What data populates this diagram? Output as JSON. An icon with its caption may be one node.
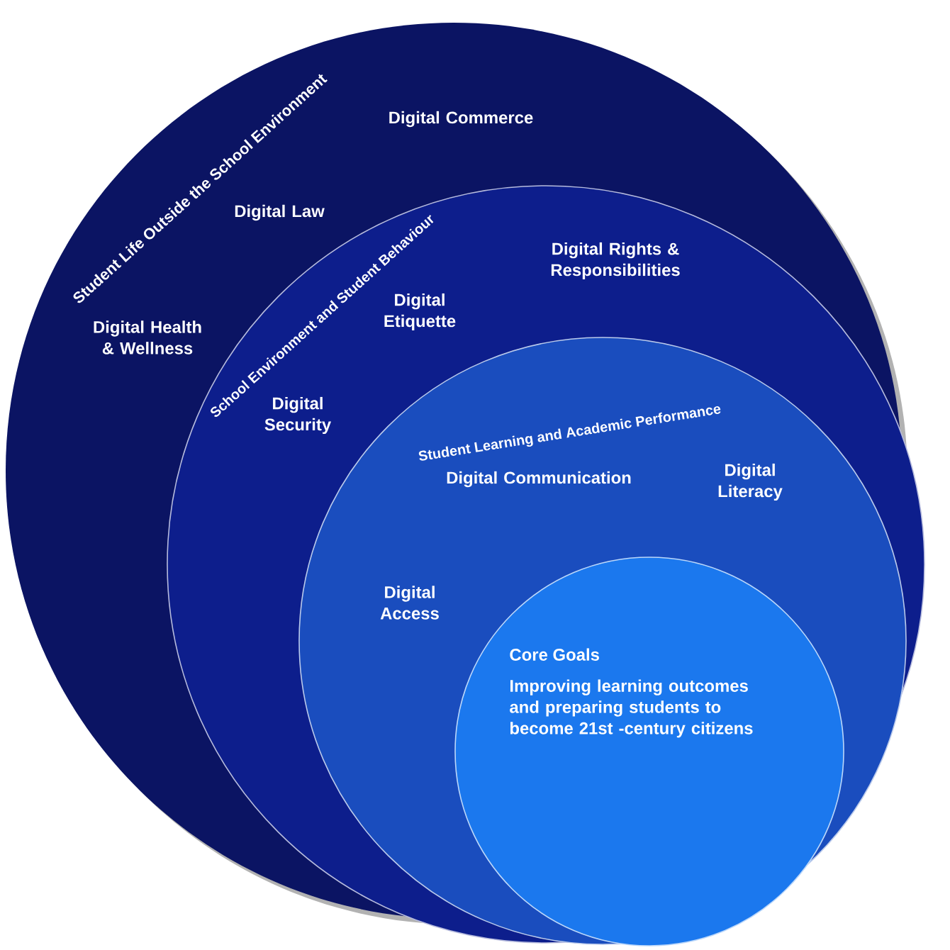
{
  "diagram": {
    "nodes": [
      {
        "text": [
          "Student Life Outside the School Environment",
          "Digital Commerce",
          "Digital Law",
          "Digital Health & Wellness"
        ]
      },
      {
        "text": [
          "School Environment and Student Behaviour",
          "Digital Rights & Responsibilities",
          "Digital Etiquette",
          "Digital Security"
        ],
        "in": 0
      },
      {
        "text": [
          "Student Learning and Academic Performance",
          "Digital Communication",
          "Digital Literacy",
          "Digital Access"
        ],
        "in": 1
      },
      {
        "text": [
          "Core Goals",
          "Improving learning outcomes and preparing students to become 21st -century citizens"
        ],
        "in": 2
      }
    ]
  }
}
